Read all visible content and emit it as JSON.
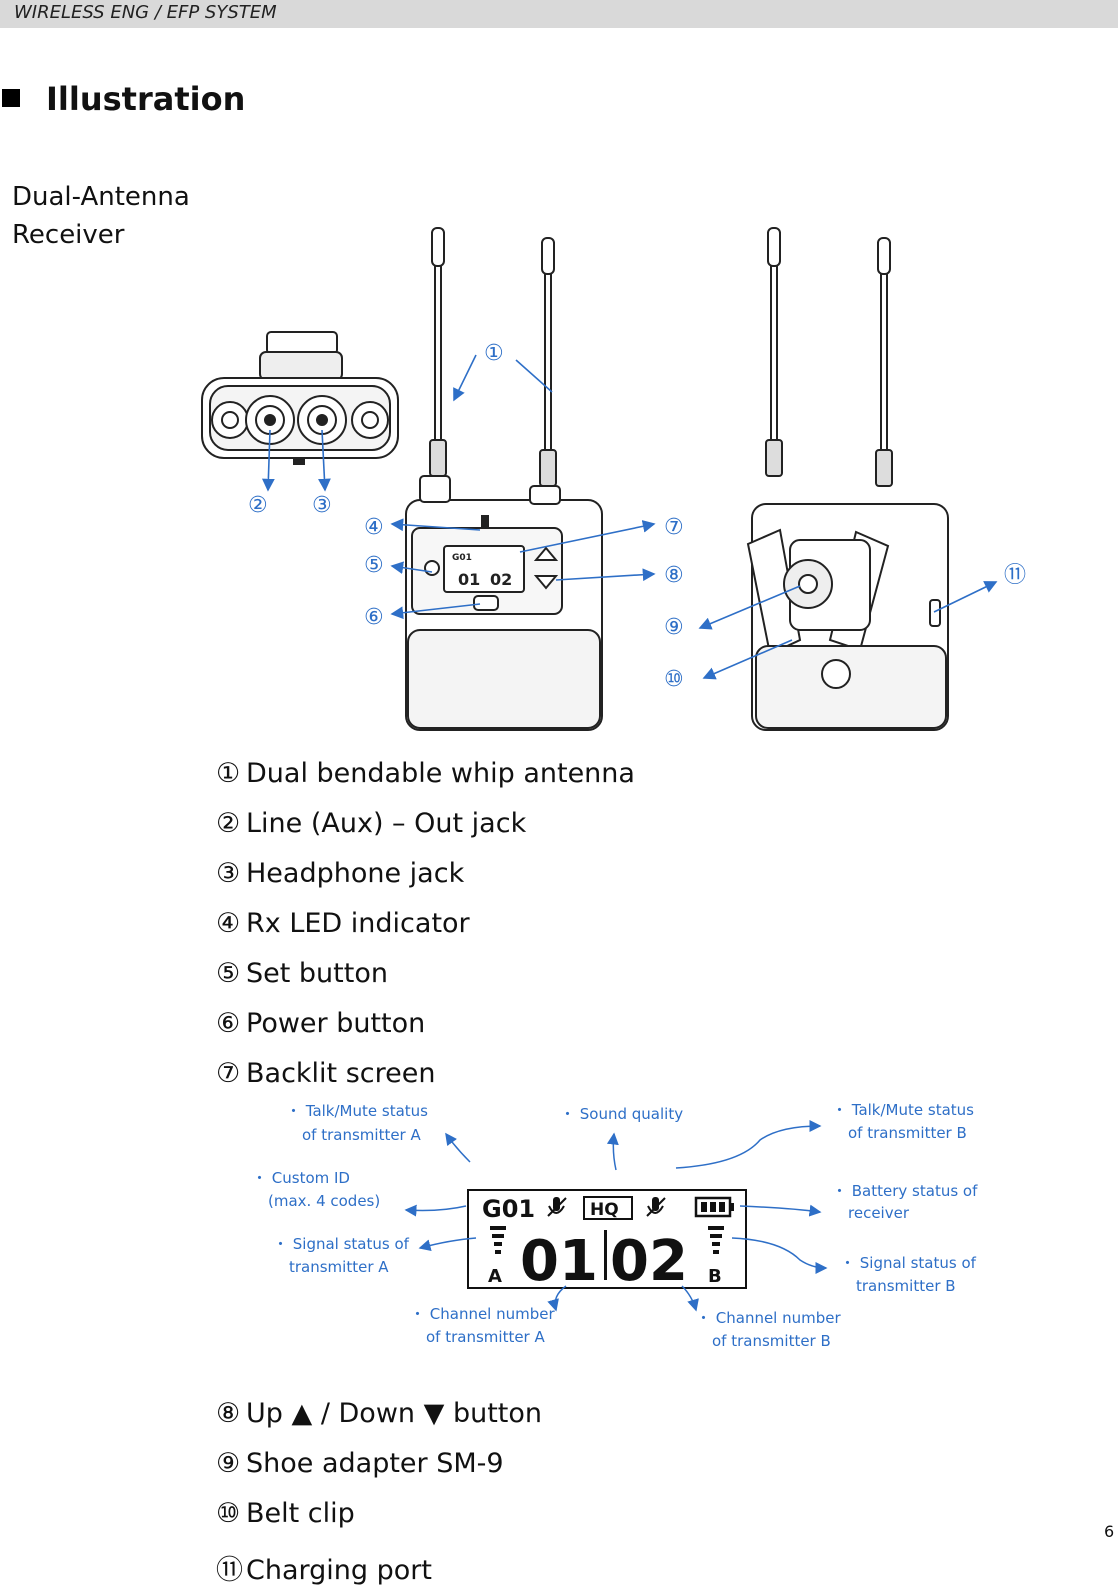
{
  "header": {
    "text": "WIRELESS ENG / EFP SYSTEM"
  },
  "section": {
    "title": "Illustration"
  },
  "device": {
    "name_line1": "Dual-Antenna",
    "name_line2": "Receiver"
  },
  "callouts": [
    "①",
    "②",
    "③",
    "④",
    "⑤",
    "⑥",
    "⑦",
    "⑧",
    "⑨",
    "⑩",
    "⑪"
  ],
  "device_screen": {
    "group": "G01",
    "channel_a": "01",
    "channel_b": "02"
  },
  "parts_a": [
    {
      "num": "①",
      "label": "Dual bendable whip antenna"
    },
    {
      "num": "②",
      "label": "Line (Aux) – Out jack"
    },
    {
      "num": "③",
      "label": "Headphone jack"
    },
    {
      "num": "④",
      "label": "Rx LED indicator"
    },
    {
      "num": "⑤",
      "label": "Set button"
    },
    {
      "num": "⑥",
      "label": "Power button"
    },
    {
      "num": "⑦",
      "label": "Backlit screen"
    }
  ],
  "screen": {
    "group": "G01",
    "hq": "HQ",
    "channel_a": "01",
    "channel_b": "02",
    "side_a": "A",
    "side_b": "B",
    "labels": {
      "talk_a_1": "・ Talk/Mute status",
      "talk_a_2": "of transmitter A",
      "sound": "・ Sound quality",
      "talk_b_1": "・ Talk/Mute status",
      "talk_b_2": "of transmitter B",
      "custom_1": "・ Custom ID",
      "custom_2": "(max. 4 codes)",
      "battery_1": "・ Battery status of",
      "battery_2": "receiver",
      "sig_a_1": "・ Signal status of",
      "sig_a_2": "transmitter A",
      "sig_b_1": "・ Signal status of",
      "sig_b_2": "transmitter B",
      "ch_a_1": "・ Channel number",
      "ch_a_2": "of transmitter A",
      "ch_b_1": "・ Channel number",
      "ch_b_2": "of transmitter B"
    }
  },
  "parts_b": [
    {
      "num": "⑧",
      "label": "Up ▲ / Down ▼ button"
    },
    {
      "num": "⑨",
      "label": "Shoe adapter SM-9"
    },
    {
      "num": "⑩",
      "label": "Belt clip"
    },
    {
      "num": "⑪",
      "label": "Charging port"
    }
  ],
  "page_number": "6",
  "colors": {
    "accent": "#2e6fc7",
    "header_bg": "#d9d9d9"
  }
}
